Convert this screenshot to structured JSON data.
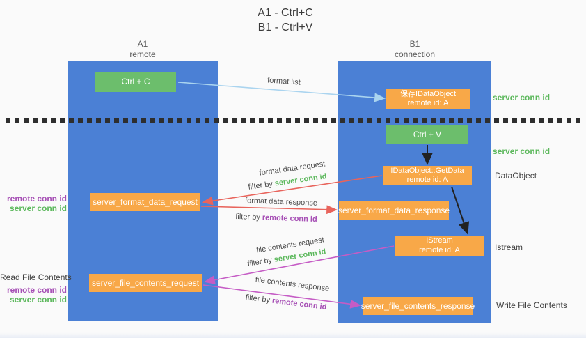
{
  "title": {
    "line1": "A1 - Ctrl+C",
    "line2": "B1 - Ctrl+V"
  },
  "columns": {
    "a1": {
      "name": "A1",
      "subtitle": "remote"
    },
    "b1": {
      "name": "B1",
      "subtitle": "connection"
    }
  },
  "boxes": {
    "ctrl_c": "Ctrl + C",
    "ctrl_v": "Ctrl + V",
    "save_idataobject": {
      "line1": "保存IDataObject",
      "line2": "remote id: A"
    },
    "getdata": {
      "line1": "IDataObject::GetData",
      "line2": "remote id: A"
    },
    "istream": {
      "line1": "IStream",
      "line2": "remote id: A"
    },
    "format_request": "server_format_data_request",
    "format_response": "server_format_data_response",
    "file_request": "server_file_contents_request",
    "file_response": "server_file_contents_response"
  },
  "arrows": {
    "format_list": {
      "label": "format list"
    },
    "format_request": {
      "label": "format data request",
      "filter_prefix": "filter by",
      "filter_key": "server conn id"
    },
    "format_response": {
      "label": "format data response",
      "filter_prefix": "filter by",
      "filter_key": "remote conn id"
    },
    "file_request": {
      "label": "file contents request",
      "filter_prefix": "filter by",
      "filter_key": "server conn id"
    },
    "file_response": {
      "label": "file contents response",
      "filter_prefix": "filter by",
      "filter_key": "remote conn id"
    }
  },
  "side_labels": {
    "server_conn_id_top": "server conn id",
    "server_conn_id_mid": "server conn id",
    "dataobject": "DataObject",
    "istream": "Istream",
    "write_file_contents": "Write File Contents",
    "read_file_contents": "Read File Contents",
    "remote_conn_id_format": "remote conn id",
    "server_conn_id_format": "server conn id",
    "remote_conn_id_file": "remote conn id",
    "server_conn_id_file": "server conn id"
  },
  "colors": {
    "column_blue": "#4b80d5",
    "box_green": "#6cbe6c",
    "box_orange": "#f8a848",
    "arrow_blue": "#aad4ef",
    "arrow_red": "#e8645c",
    "arrow_magenta": "#c55cc5",
    "arrow_black": "#222222",
    "dashed_line": "#2e2e2e",
    "text_green": "#5cb85c",
    "text_purple": "#a64fb5"
  }
}
